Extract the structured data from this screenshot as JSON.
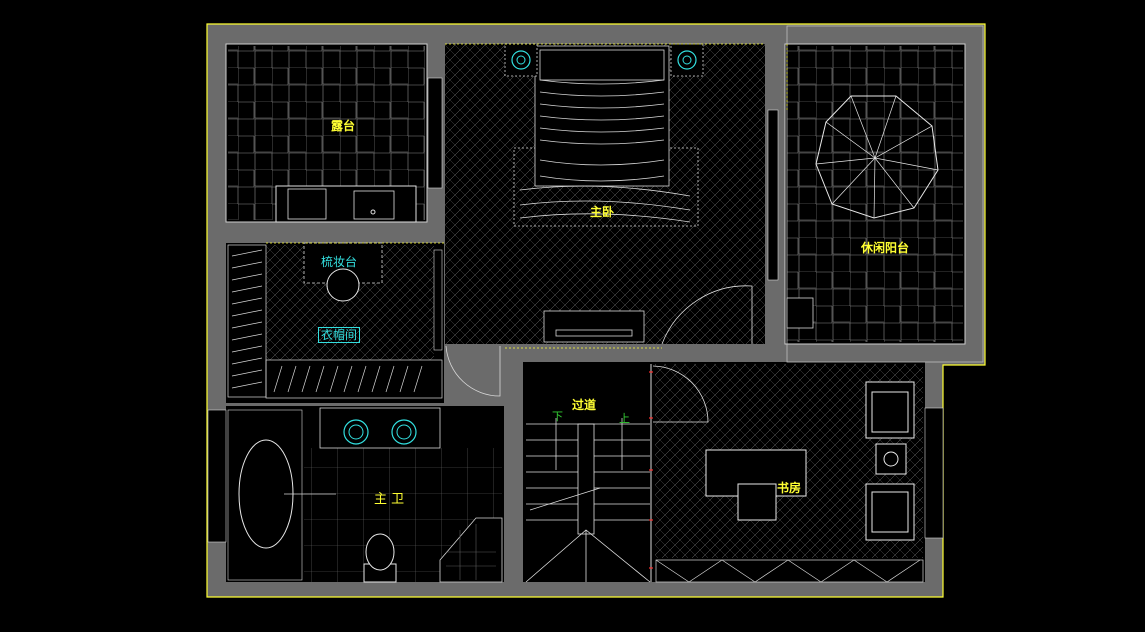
{
  "rooms": {
    "terrace": "露台",
    "master_bedroom": "主卧",
    "leisure_balcony": "休闲阳台",
    "dressing_table": "梳妆台",
    "walk_in_closet": "衣帽间",
    "master_bath": "主 卫",
    "corridor": "过道",
    "study": "书房"
  },
  "stairs": {
    "down": "下",
    "up": "上"
  },
  "colors": {
    "background": "#000000",
    "wall_fill": "#6b6b6b",
    "outline": "#ffff33",
    "room_label": "#ffff33",
    "furniture_label": "#33e0e0",
    "stair_label": "#33cc33",
    "linework": "#d8d8d8"
  }
}
